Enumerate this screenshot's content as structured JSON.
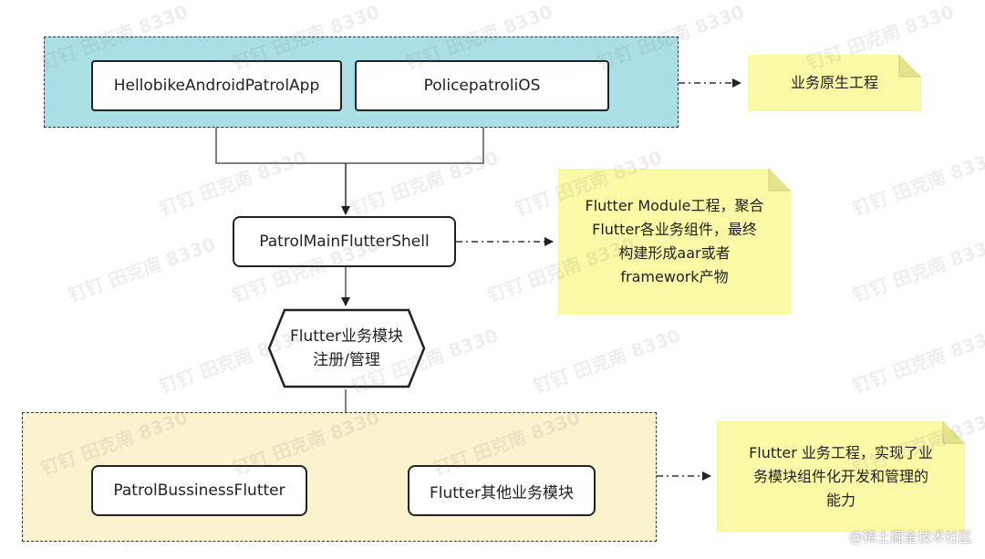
{
  "groups": {
    "native": {
      "fill": "#aadfe6"
    },
    "business": {
      "fill": "#fbf3cd"
    }
  },
  "nodes": {
    "android_app": "HellobikeAndroidPatrolApp",
    "ios_app": "PolicepatroliOS",
    "main_shell": "PatrolMainFlutterShell",
    "register_line1": "Flutter业务模块",
    "register_line2": "注册/管理",
    "patrol_business": "PatrolBussinessFlutter",
    "other_modules": "Flutter其他业务模块"
  },
  "notes": {
    "native": {
      "lines": [
        "业务原生工程"
      ],
      "fill": "#fafaa6"
    },
    "module": {
      "lines": [
        "Flutter Module工程，聚合",
        "Flutter各业务组件，最终",
        "构建形成aar或者",
        "framework产物"
      ],
      "fill": "#fafaa6"
    },
    "business": {
      "lines": [
        "Flutter 业务工程，实现了业",
        "务模块组件化开发和管理的",
        "能力"
      ],
      "fill": "#fafaa6"
    }
  },
  "watermark_text": "钉钉 田克南 8330",
  "credit": "@稀土掘金技术社区"
}
